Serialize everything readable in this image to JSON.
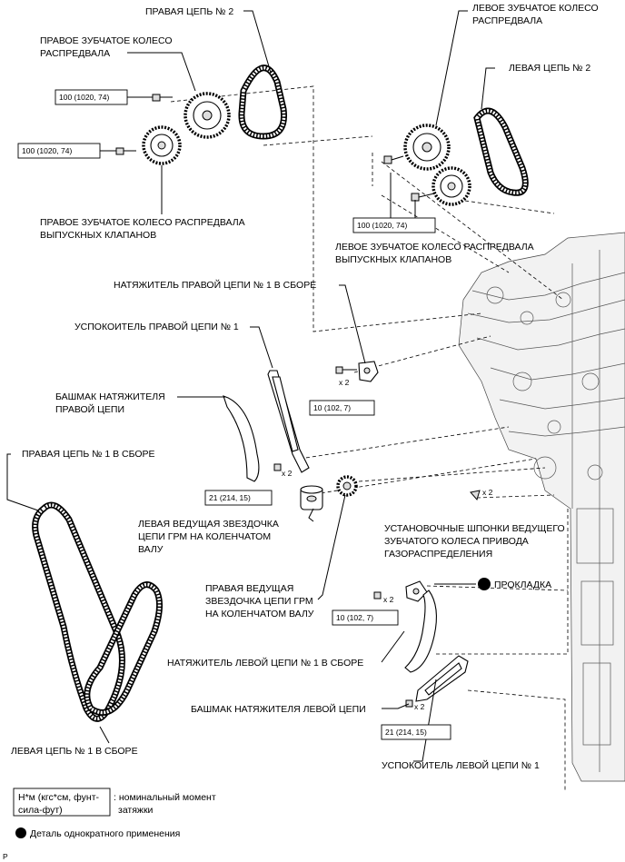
{
  "labels": {
    "right_chain_2": "ПРАВАЯ ЦЕПЬ № 2",
    "right_cam_sprocket_l1": "ПРАВОЕ ЗУБЧАТОЕ КОЛЕСО",
    "right_cam_sprocket_l2": "РАСПРЕДВАЛА",
    "right_exh_sprocket_l1": "ПРАВОЕ ЗУБЧАТОЕ КОЛЕСО РАСПРЕДВАЛА",
    "right_exh_sprocket_l2": "ВЫПУСКНЫХ КЛАПАНОВ",
    "left_cam_sprocket_l1": "ЛЕВОЕ ЗУБЧАТОЕ КОЛЕСО",
    "left_cam_sprocket_l2": "РАСПРЕДВАЛА",
    "left_chain_2": "ЛЕВАЯ ЦЕПЬ № 2",
    "left_exh_sprocket_l1": "ЛЕВОЕ ЗУБЧАТОЕ КОЛЕСО РАСПРЕДВАЛА",
    "left_exh_sprocket_l2": "ВЫПУСКНЫХ КЛАПАНОВ",
    "right_tensioner": "НАТЯЖИТЕЛЬ ПРАВОЙ ЦЕПИ № 1 В СБОРЕ",
    "right_damper": "УСПОКОИТЕЛЬ ПРАВОЙ ЦЕПИ № 1",
    "right_slipper_l1": "БАШМАК НАТЯЖИТЕЛЯ",
    "right_slipper_l2": "ПРАВОЙ ЦЕПИ",
    "right_chain_1": "ПРАВАЯ ЦЕПЬ № 1 В СБОРЕ",
    "left_crank_sprocket_l1": "ЛЕВАЯ ВЕДУЩАЯ ЗВЕЗДОЧКА",
    "left_crank_sprocket_l2": "ЦЕПИ ГРМ НА КОЛЕНЧАТОМ",
    "left_crank_sprocket_l3": "ВАЛУ",
    "right_crank_sprocket_l1": "ПРАВАЯ ВЕДУЩАЯ",
    "right_crank_sprocket_l2": "ЗВЕЗДОЧКА ЦЕПИ ГРМ",
    "right_crank_sprocket_l3": "НА КОЛЕНЧАТОМ ВАЛУ",
    "keys_l1": "УСТАНОВОЧНЫЕ ШПОНКИ ВЕДУЩЕГО",
    "keys_l2": "ЗУБЧАТОГО КОЛЕСА ПРИВОДА",
    "keys_l3": "ГАЗОРАСПРЕДЕЛЕНИЯ",
    "gasket": "ПРОКЛАДКА",
    "left_tensioner": "НАТЯЖИТЕЛЬ ЛЕВОЙ ЦЕПИ № 1 В СБОРЕ",
    "left_slipper": "БАШМАК НАТЯЖИТЕЛЯ ЛЕВОЙ ЦЕПИ",
    "left_chain_1": "ЛЕВАЯ ЦЕПЬ № 1 В СБОРЕ",
    "left_damper": "УСПОКОИТЕЛЬ ЛЕВОЙ ЦЕПИ № 1"
  },
  "torques": {
    "t1": "100 (1020, 74)",
    "t2": "100 (1020, 74)",
    "t3": "100 (1020, 74)",
    "t4": "10 (102, 7)",
    "t5": "21 (214, 15)",
    "t6": "10 (102, 7)",
    "t7": "21 (214, 15)"
  },
  "qty": {
    "q1": "x 2",
    "q2": "x 2",
    "q3": "x 2",
    "q4": "x 2",
    "q5": "x 2"
  },
  "legend": {
    "unit_l1": "Н*м (кгс*см, фунт-",
    "unit_l2": "сила-фут)",
    "unit_desc_l1": ": номинальный момент",
    "unit_desc_l2": "затяжки",
    "single_use": "Деталь однократного применения"
  },
  "corner_mark": "P"
}
